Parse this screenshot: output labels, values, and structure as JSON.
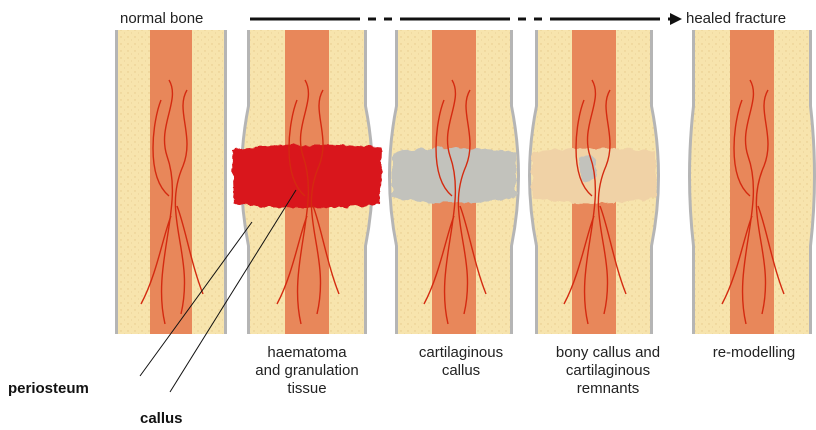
{
  "header": {
    "start_label": "normal bone",
    "end_label": "healed fracture"
  },
  "stages": [
    {
      "id": "normal",
      "caption": []
    },
    {
      "id": "haematoma",
      "caption": [
        "haematoma",
        "and granulation",
        "tissue"
      ]
    },
    {
      "id": "cartilaginous",
      "caption": [
        "cartilaginous",
        "callus"
      ]
    },
    {
      "id": "bony",
      "caption": [
        "bony callus and",
        "cartilaginous",
        "remnants"
      ]
    },
    {
      "id": "remodelling",
      "caption": [
        "re-modelling"
      ]
    }
  ],
  "annotations": {
    "periosteum": "periosteum",
    "callus": "callus"
  },
  "colors": {
    "cortex": "#f7e4ad",
    "marrow": "#e8875a",
    "periosteum": "#b5b5b5",
    "vessel": "#d42a10",
    "haematoma": "#d9181a",
    "cartilage": "#c2c2bc",
    "bony_callus": "#f0d2a6",
    "arrow": "#111111"
  }
}
